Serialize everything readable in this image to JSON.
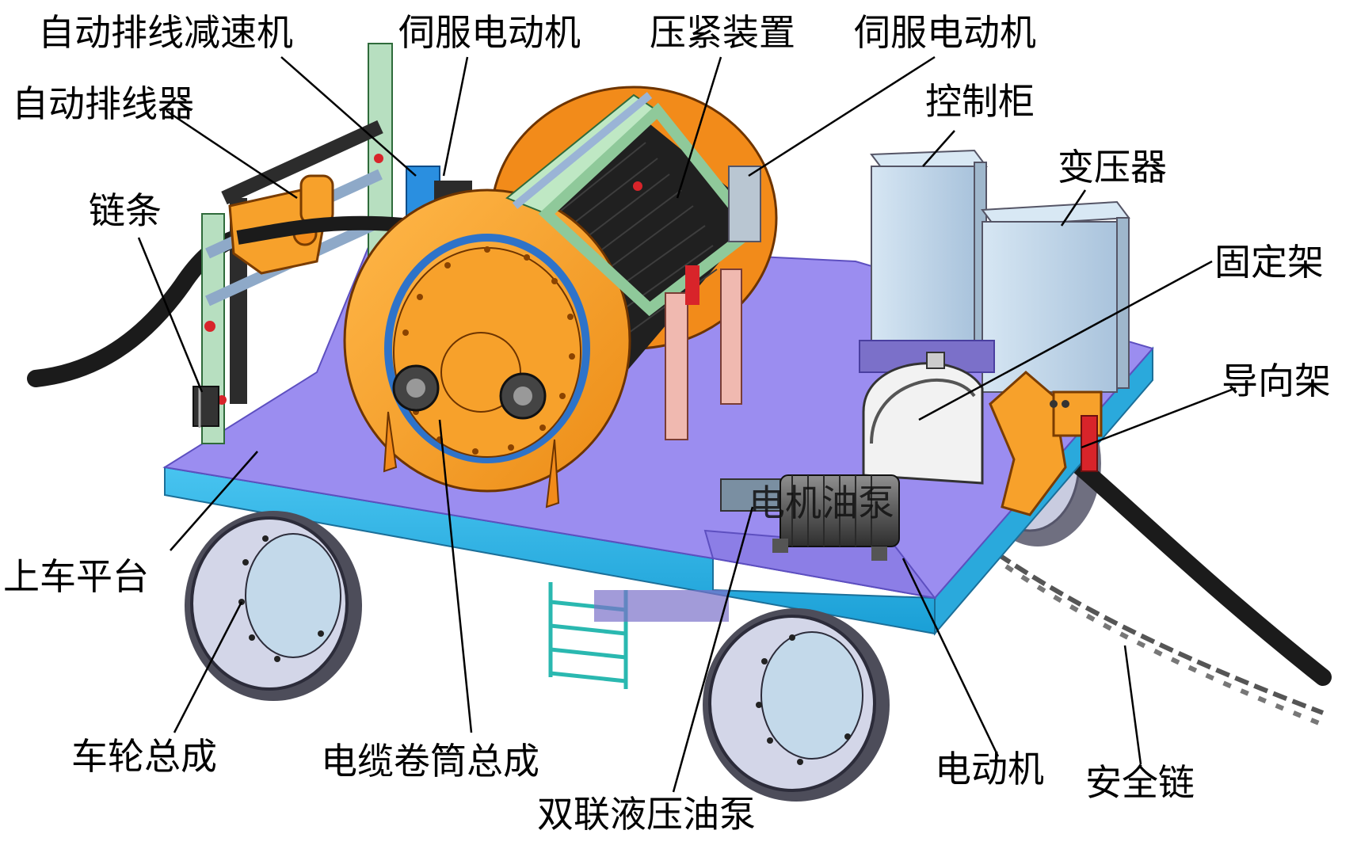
{
  "labels": {
    "auto_reducer": "自动排线减速机",
    "servo_motor_1": "伺服电动机",
    "press_device": "压紧装置",
    "servo_motor_2": "伺服电动机",
    "auto_spooler": "自动排线器",
    "control_cabinet": "控制柜",
    "transformer": "变压器",
    "chain": "链条",
    "fixed_frame": "固定架",
    "guide_frame": "导向架",
    "motor_oil_pump": "电机油泵",
    "upper_platform": "上车平台",
    "wheel_assembly": "车轮总成",
    "cable_drum_assembly": "电缆卷筒总成",
    "electric_motor": "电动机",
    "safety_chain": "安全链",
    "dual_hydraulic_pump": "双联液压油泵"
  },
  "colors": {
    "platform_top": "#9b8df0",
    "platform_side": "#2fb6e8",
    "drum_orange": "#f7a12b",
    "cable_black": "#1b1b1b",
    "frame_green": "#bfe8c4",
    "frame_pink": "#f0b9b0",
    "cabinet_blue": "#b9d3e8",
    "wheel_gray": "#b7bccf",
    "blue_block": "#2a8fe0",
    "ladder_teal": "#2ab8b0"
  }
}
